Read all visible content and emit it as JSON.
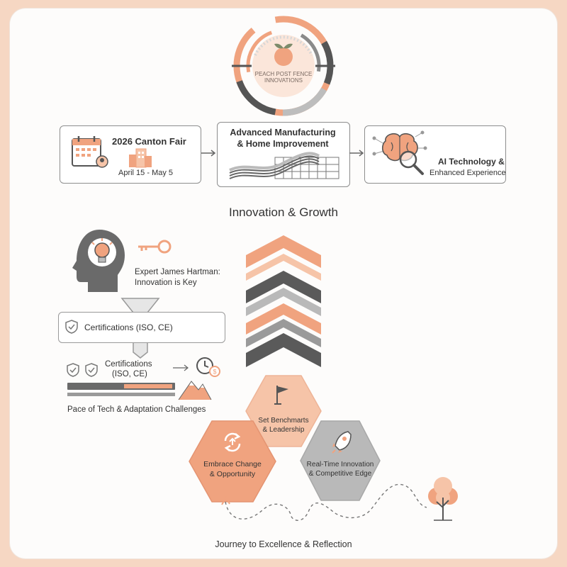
{
  "logo": {
    "line1": "PEACH POST FENCE",
    "line2": "INNOVATIONS"
  },
  "flow": {
    "box1": {
      "title": "2026 Canton Fair",
      "dates": "April 15 - May 5"
    },
    "box2": {
      "line1": "Advanced Manufacturing",
      "line2": "& Home Improvement"
    },
    "box3": {
      "line1": "AI Technology &",
      "line2": "Enhanced Experience"
    }
  },
  "section_title": "Innovation & Growth",
  "expert": {
    "line1": "Expert James Hartman:",
    "line2": "Innovation is Key"
  },
  "cert_box_label": "Certifications (ISO, CE)",
  "cert_small": {
    "line1": "Certifications",
    "line2": "(ISO, CE)"
  },
  "challenges_label": "Pace of Tech & Adaptation Challenges",
  "hexagons": {
    "top": {
      "line1": "Set Benchmarts",
      "line2": "& Leadership"
    },
    "left": {
      "line1": "Embrace Change",
      "line2": "& Opportunity"
    },
    "right": {
      "line1": "Real-Time Innovation",
      "line2": "& Competitive Edge"
    }
  },
  "footer": "Journey to Excellence & Reflection",
  "colors": {
    "peach": "#f0a37f",
    "peach_light": "#f6c4a8",
    "gray_dark": "#5a5a5a",
    "gray_mid": "#8a8a8a",
    "gray_light": "#b9b9b9"
  },
  "icons": [
    "calendar-icon",
    "building-icon",
    "wave-panel-icon",
    "brain-magnifier-icon",
    "head-lightbulb-icon",
    "key-icon",
    "shield-check-icon",
    "clock-coin-icon",
    "mountain-icon",
    "flag-icon",
    "cycle-arrows-icon",
    "rocket-icon",
    "tree-icon"
  ]
}
